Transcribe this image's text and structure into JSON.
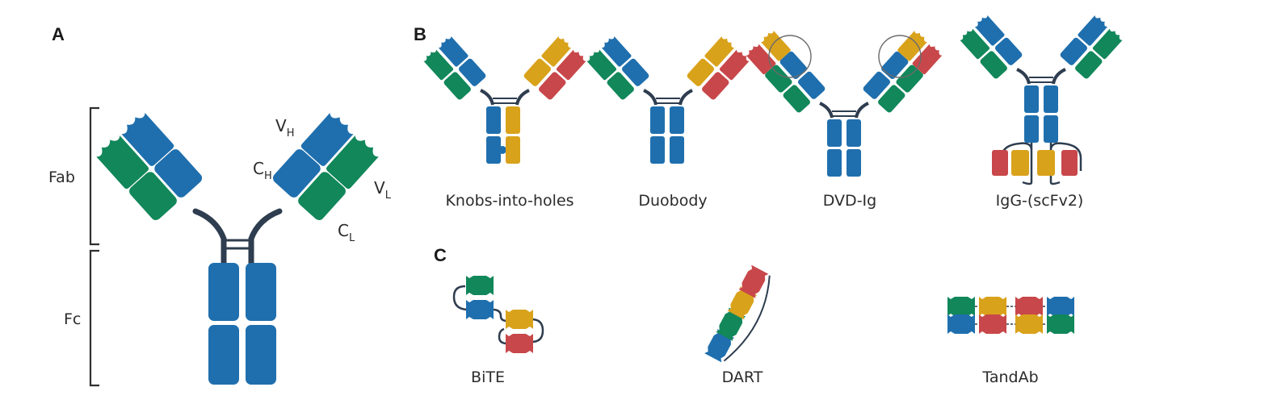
{
  "colors": {
    "blue": "#1f6fae",
    "green": "#11875a",
    "gold": "#d9a21b",
    "red": "#c8474a",
    "linker": "#2e3d4f"
  },
  "panel_a": {
    "letter": "A",
    "bracket_fab": "Fab",
    "bracket_fc": "Fc",
    "vh_main": "V",
    "vh_sub": "H",
    "ch_main": "C",
    "ch_sub": "H",
    "vl_main": "V",
    "vl_sub": "L",
    "cl_main": "C",
    "cl_sub": "L"
  },
  "panel_b": {
    "letter": "B",
    "formats": [
      "Knobs-into-holes",
      "Duobody",
      "DVD-Ig",
      "IgG-(scFv2)"
    ]
  },
  "panel_c": {
    "letter": "C",
    "formats": [
      "BiTE",
      "DART",
      "TandAb"
    ]
  }
}
